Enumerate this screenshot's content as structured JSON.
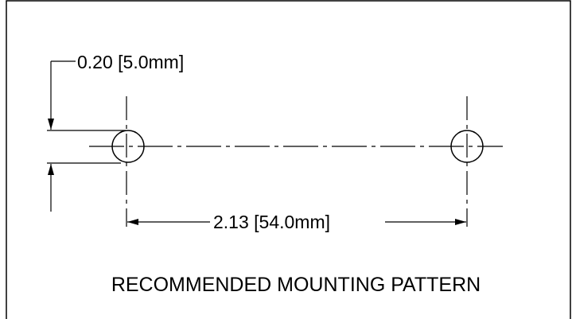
{
  "drawing": {
    "hole_diameter_label": "0.20 [5.0mm]",
    "hole_spacing_label": "2.13 [54.0mm]",
    "caption": "RECOMMENDED MOUNTING PATTERN"
  },
  "colors": {
    "line": "#000000",
    "background": "#ffffff"
  }
}
